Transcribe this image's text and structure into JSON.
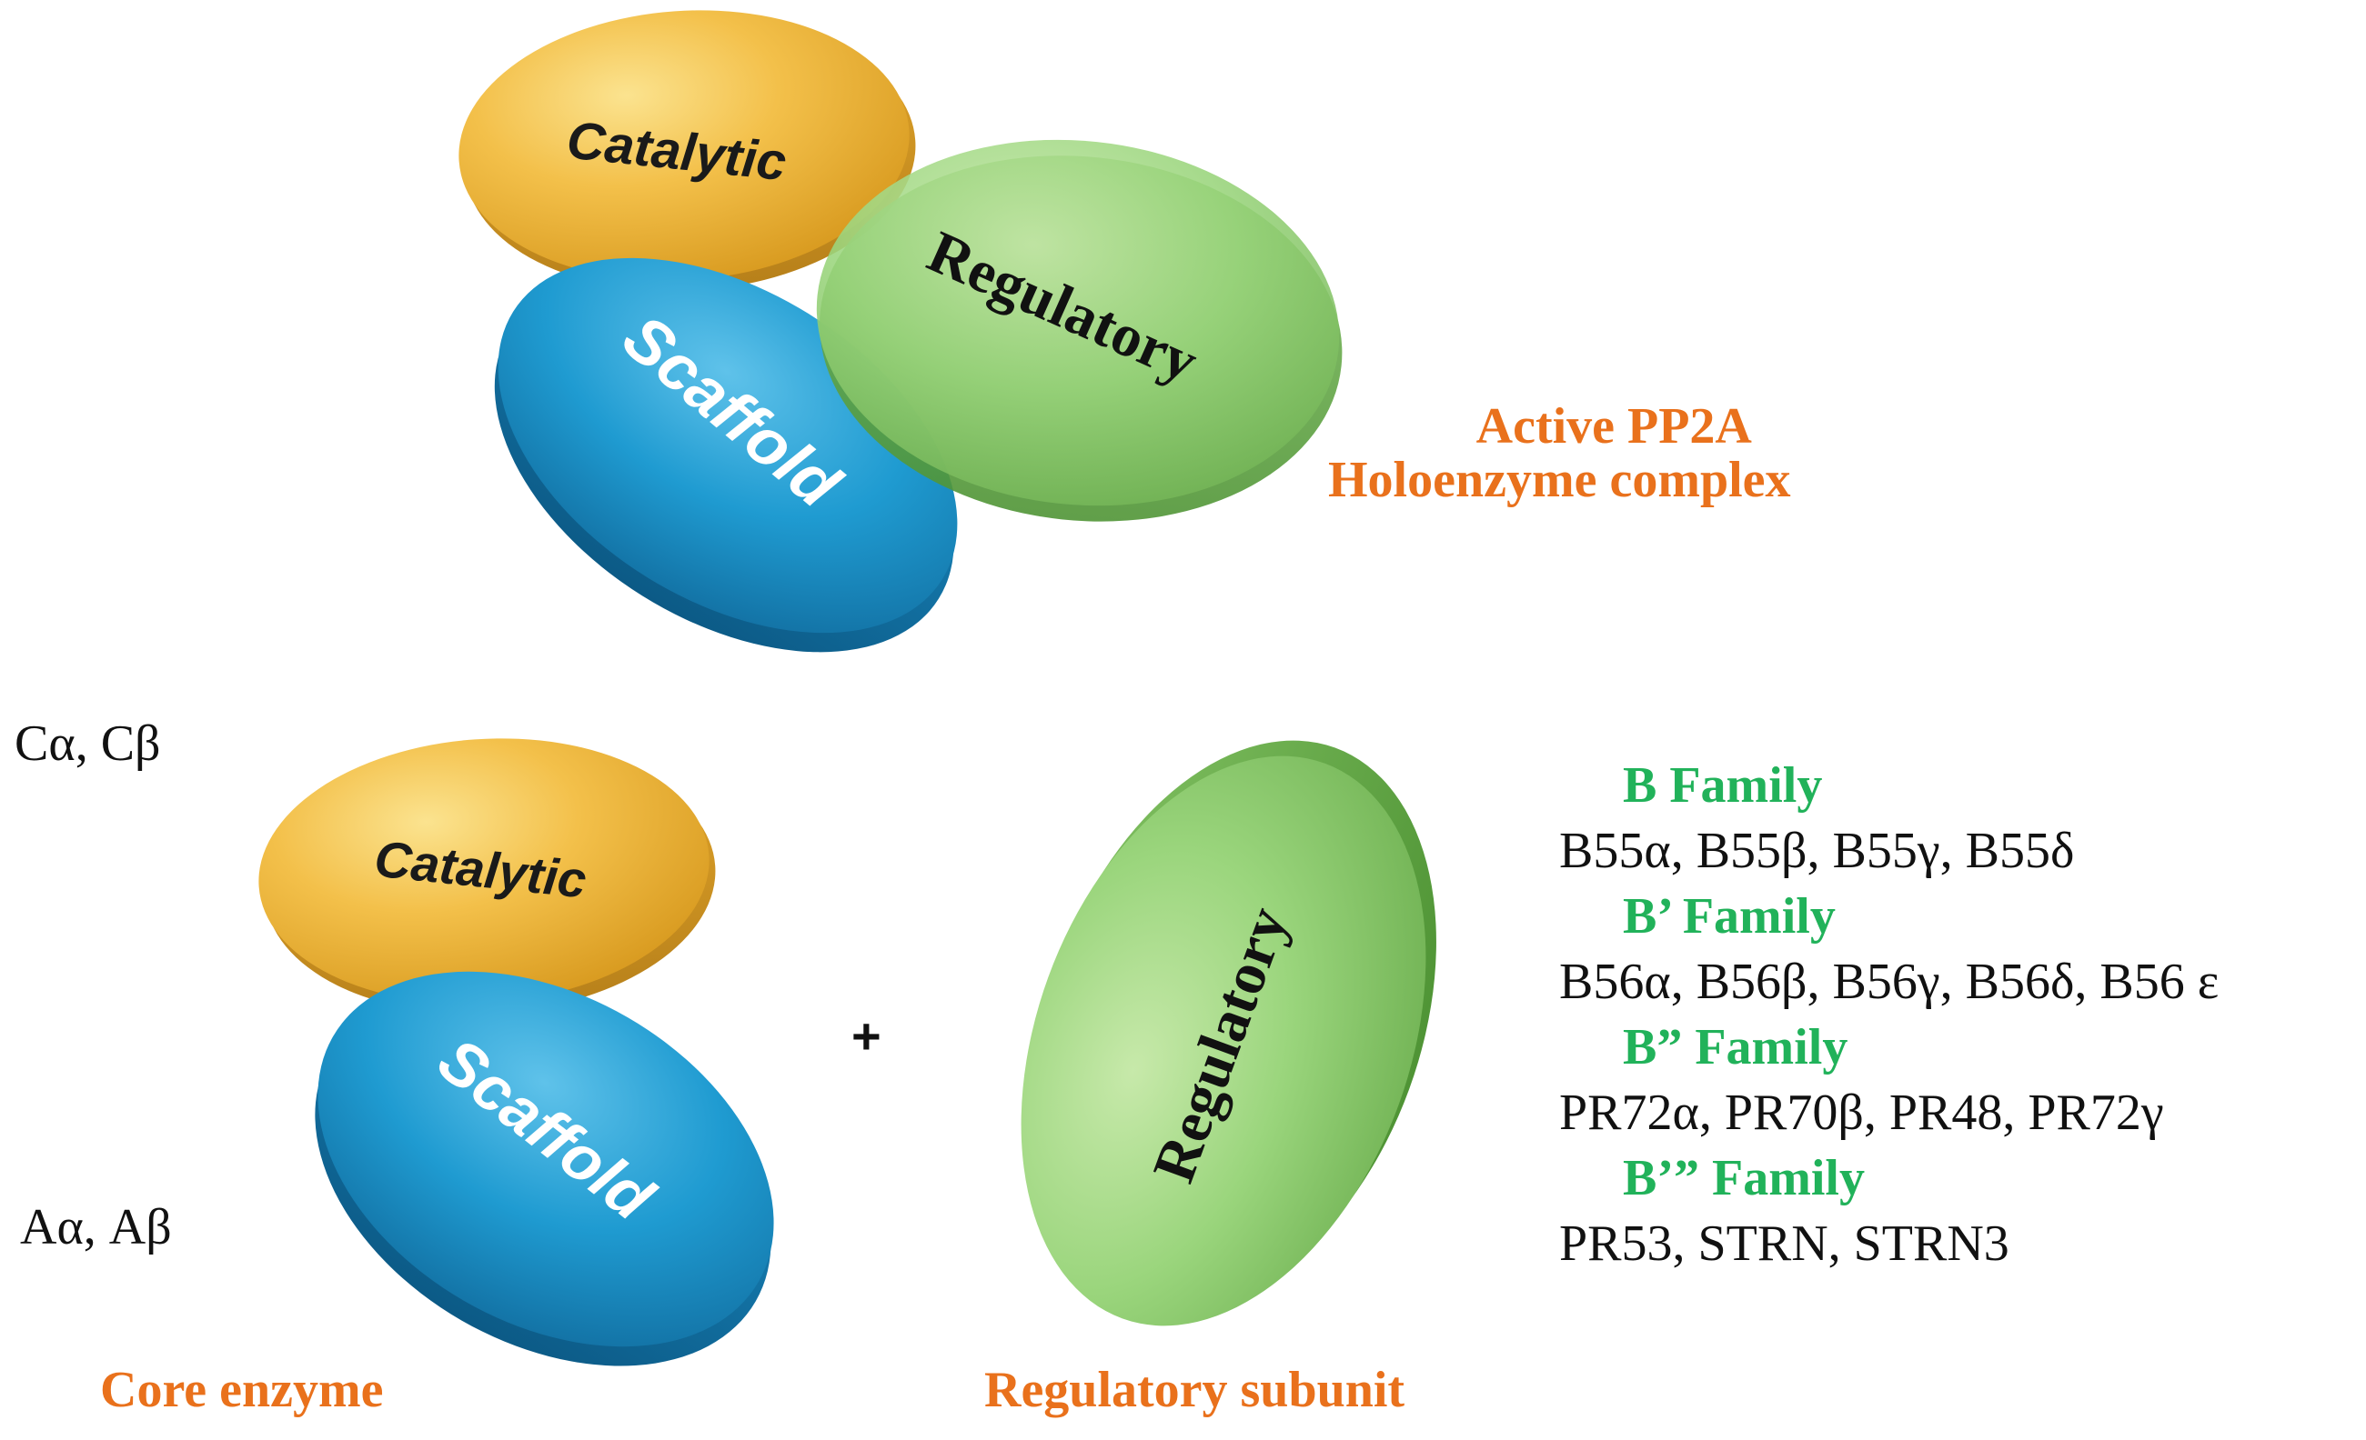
{
  "top_complex": {
    "catalytic_label": "Catalytic",
    "scaffold_label": "Scaffold",
    "regulatory_label": "Regulatory",
    "caption_line1": "Active PP2A",
    "caption_line2": "Holoenzyme complex"
  },
  "core_enzyme": {
    "catalytic_label": "Catalytic",
    "scaffold_label": "Scaffold",
    "catalytic_isoforms": "Cα, Cβ",
    "scaffold_isoforms": "Aα, Aβ",
    "caption": "Core enzyme"
  },
  "plus_sign": "+",
  "regulatory_subunit": {
    "disc_label": "Regulatory",
    "caption": "Regulatory subunit"
  },
  "families": [
    {
      "name": "B Family",
      "members": "B55α, B55β, B55γ, B55δ"
    },
    {
      "name": "B’ Family",
      "members": "B56α, B56β, B56γ, B56δ, B56 ε"
    },
    {
      "name": "B” Family",
      "members": "PR72α, PR70β, PR48, PR72γ"
    },
    {
      "name": "B’” Family",
      "members": "PR53, STRN, STRN3"
    }
  ],
  "colors": {
    "catalytic": "#f2bd44",
    "scaffold": "#1f9bd1",
    "regulatory": "#8fcd72",
    "caption_orange": "#e9711c",
    "family_green": "#21b25a"
  }
}
